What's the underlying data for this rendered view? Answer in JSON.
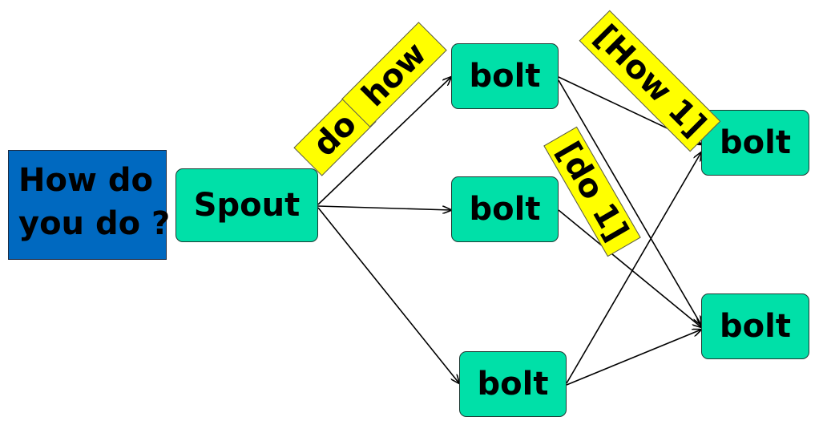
{
  "diagram": {
    "input_text_line1": "How do",
    "input_text_line2": "you do ?",
    "spout_label": "Spout",
    "bolt_label": "bolt",
    "tuples": {
      "do": "do",
      "how": "how",
      "how_count": "[How 1]",
      "do_count": "[do 1]"
    }
  },
  "colors": {
    "node_fill": "#00e0a8",
    "input_fill": "#0069c0",
    "tag_fill": "#ffff00"
  }
}
